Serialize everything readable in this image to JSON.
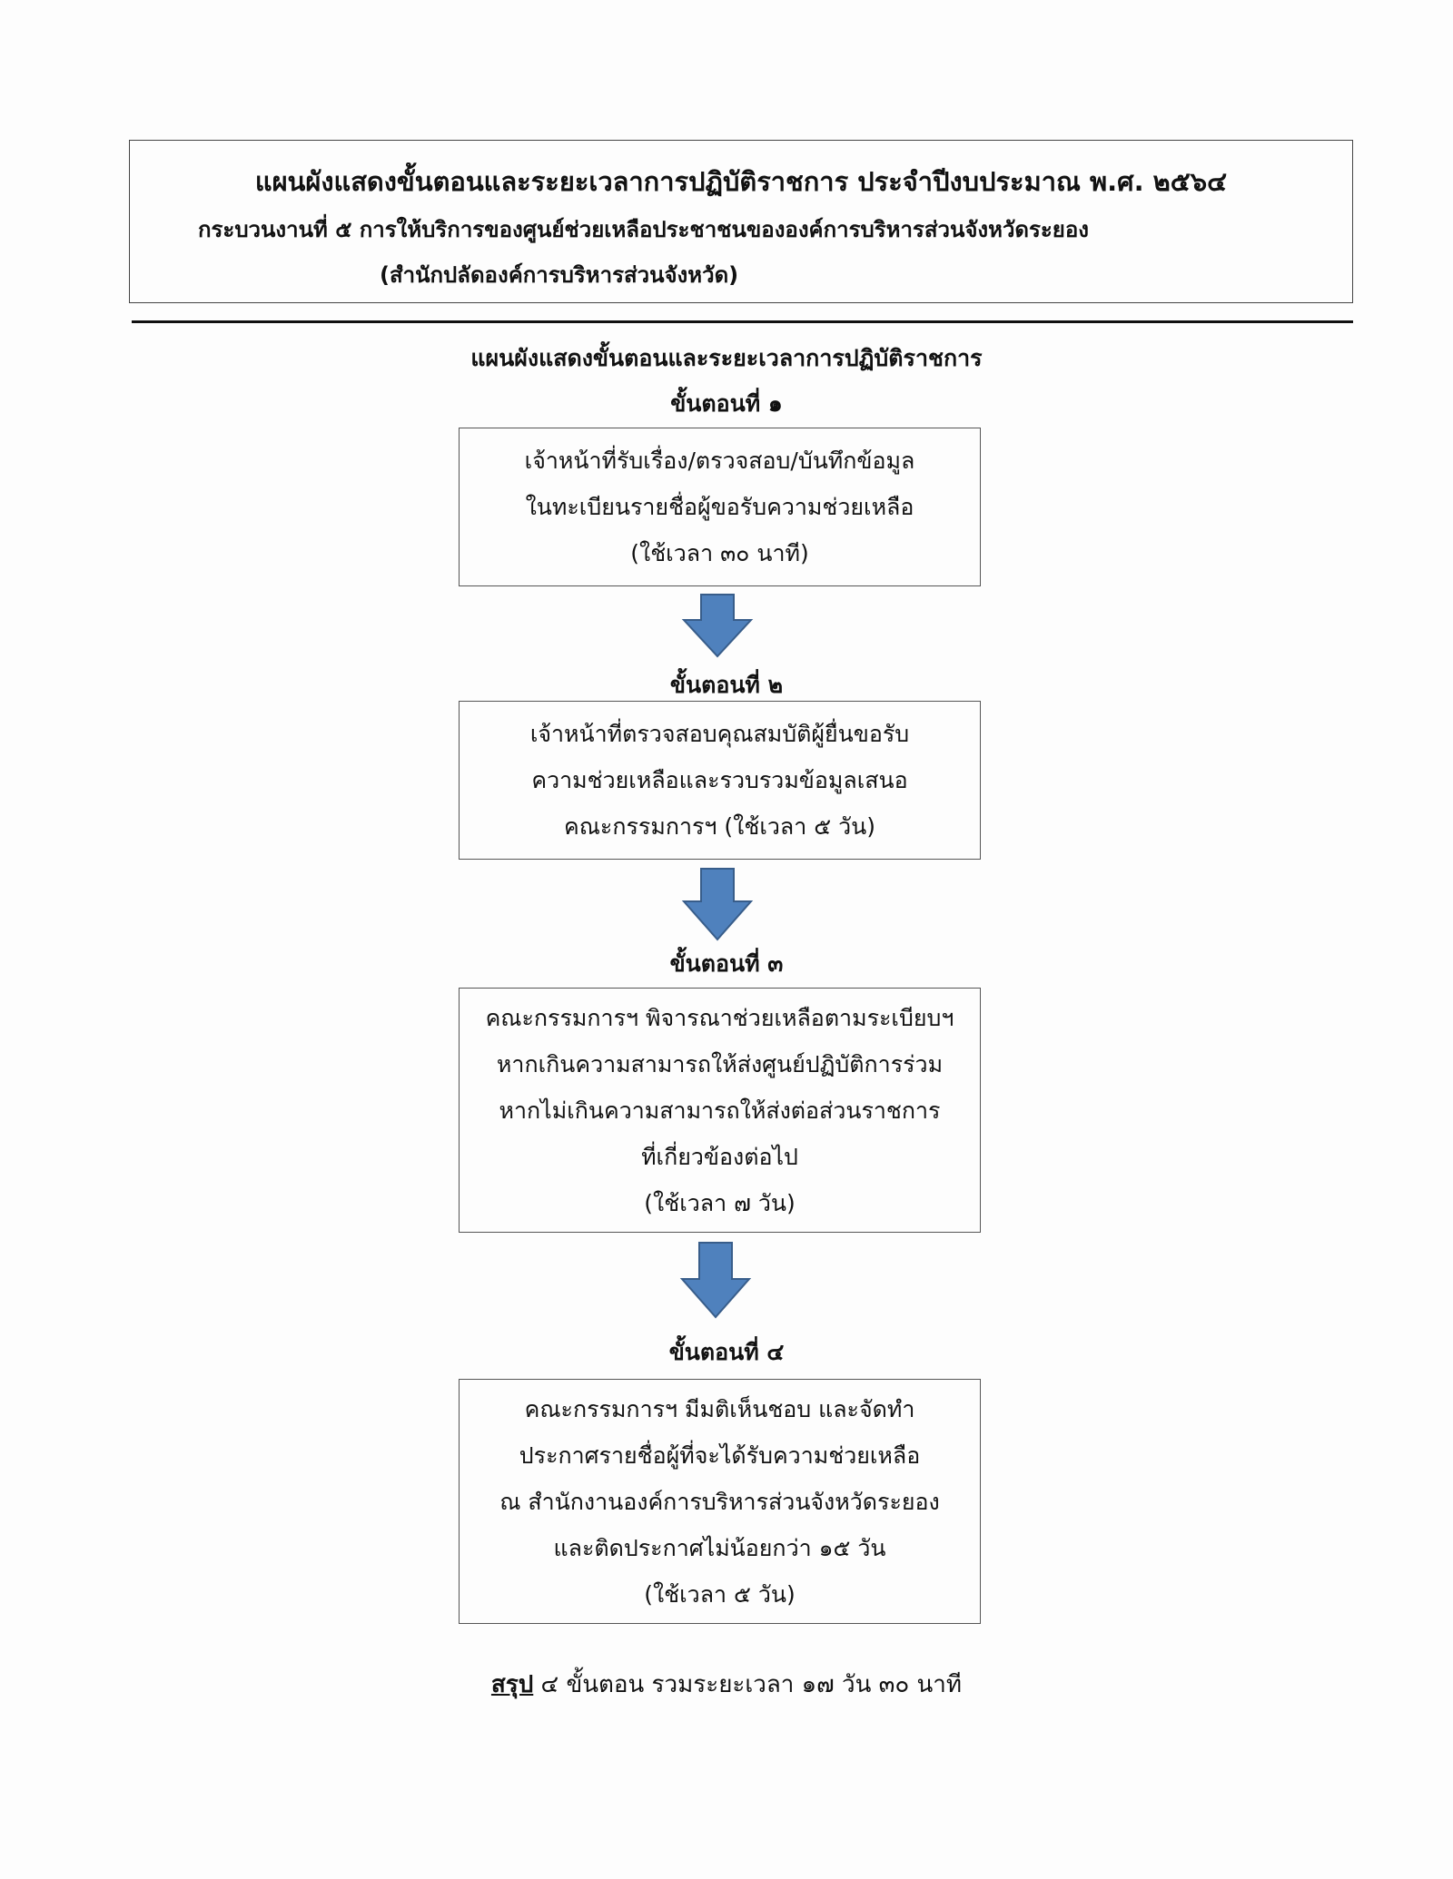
{
  "header": {
    "title": "แผนผังแสดงขั้นตอนและระยะเวลาการปฏิบัติราชการ ประจำปีงบประมาณ พ.ศ. ๒๕๖๔",
    "process": "กระบวนงานที่ ๕ การให้บริการของศูนย์ช่วยเหลือประชาชนขององค์การบริหารส่วนจังหวัดระยอง",
    "office": "(สำนักปลัดองค์การบริหารส่วนจังหวัด)"
  },
  "flowchart": {
    "heading": "แผนผังแสดงขั้นตอนและระยะเวลาการปฏิบัติราชการ",
    "steps": [
      {
        "label": "ขั้นตอนที่ ๑",
        "lines": [
          "เจ้าหน้าที่รับเรื่อง/ตรวจสอบ/บันทึกข้อมูล",
          "ในทะเบียนรายชื่อผู้ขอรับความช่วยเหลือ",
          "(ใช้เวลา ๓๐ นาที)"
        ]
      },
      {
        "label": "ขั้นตอนที่ ๒",
        "lines": [
          "เจ้าหน้าที่ตรวจสอบคุณสมบัติผู้ยื่นขอรับ",
          "ความช่วยเหลือและรวบรวมข้อมูลเสนอ",
          "คณะกรรมการฯ (ใช้เวลา ๕ วัน)"
        ]
      },
      {
        "label": "ขั้นตอนที่ ๓",
        "lines": [
          "คณะกรรมการฯ พิจารณาช่วยเหลือตามระเบียบฯ",
          "หากเกินความสามารถให้ส่งศูนย์ปฏิบัติการร่วม",
          "หากไม่เกินความสามารถให้ส่งต่อส่วนราชการ",
          "ที่เกี่ยวข้องต่อไป",
          "(ใช้เวลา ๗ วัน)"
        ]
      },
      {
        "label": "ขั้นตอนที่ ๔",
        "lines": [
          "คณะกรรมการฯ มีมติเห็นชอบ และจัดทำ",
          "ประกาศรายชื่อผู้ที่จะได้รับความช่วยเหลือ",
          "ณ สำนักงานองค์การบริหารส่วนจังหวัดระยอง",
          "และติดประกาศไม่น้อยกว่า ๑๕ วัน",
          "(ใช้เวลา ๕ วัน)"
        ]
      }
    ],
    "arrow_color": "#4f81bd"
  },
  "summary": {
    "label": "สรุป",
    "text": " ๔ ขั้นตอน รวมระยะเวลา ๑๗ วัน ๓๐ นาที"
  }
}
